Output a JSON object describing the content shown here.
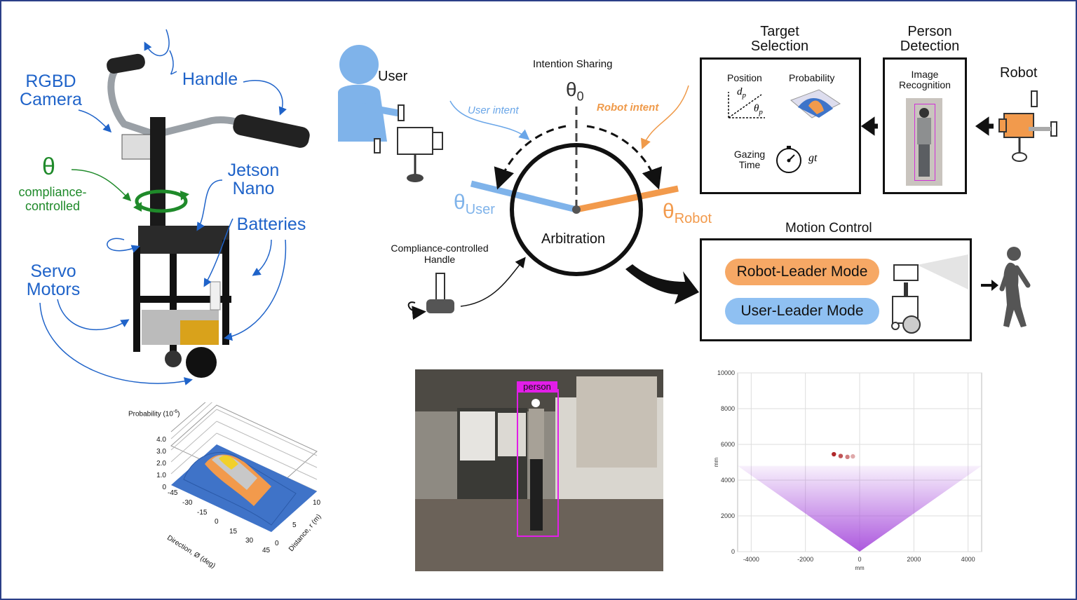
{
  "hardware": {
    "rgbd_camera": "RGBD Camera",
    "handle": "Handle",
    "theta": "θ",
    "compliance": "compliance-controlled",
    "jetson": "Jetson Nano",
    "batteries": "Batteries",
    "servo": "Servo Motors"
  },
  "framework": {
    "user": "User",
    "intention_sharing": "Intention Sharing",
    "theta0": "θ",
    "theta0_sub": "0",
    "user_intent": "User intent",
    "robot_intent": "Robot intent",
    "theta_user": "θ",
    "theta_user_sub": "User",
    "theta_robot": "θ",
    "theta_robot_sub": "Robot",
    "arbitration": "Arbitration",
    "compliance_handle": "Compliance-controlled Handle",
    "robot": "Robot"
  },
  "target_selection": {
    "title": "Target Selection",
    "position": "Position",
    "probability": "Probability",
    "dp": "d",
    "dp_sub": "p",
    "thetap": "θ",
    "thetap_sub": "p",
    "gazing_time": "Gazing Time",
    "gt": "gt"
  },
  "person_detection": {
    "title": "Person Detection",
    "image_recognition": "Image Recognition"
  },
  "motion_control": {
    "title": "Motion Control",
    "robot_leader": "Robot-Leader Mode",
    "user_leader": "User-Leader Mode"
  },
  "prob_plot": {
    "zlabel": "Probability (10",
    "zlabel_exp": "-6",
    "zlabel_end": ")",
    "zticks": [
      "4.0",
      "3.0",
      "2.0",
      "1.0",
      "0"
    ],
    "dir_ticks": [
      "-45",
      "-30",
      "-15",
      "0",
      "15",
      "30",
      "45"
    ],
    "dist_ticks": [
      "10",
      "5",
      "0"
    ],
    "xlabel": "Direction, Ø (deg)",
    "ylabel": "Distance, r (m)"
  },
  "camera_view": {
    "detection_label": "person"
  },
  "chart_data": {
    "type": "scatter",
    "xlabel": "mm",
    "ylabel": "mm",
    "xlim": [
      -4500,
      4500
    ],
    "ylim": [
      0,
      10000
    ],
    "xticks": [
      "-4000",
      "-2000",
      "0",
      "2000",
      "4000"
    ],
    "yticks": [
      "10000",
      "8000",
      "6000",
      "4000",
      "2000",
      "0"
    ],
    "series": [
      {
        "values": [
          [
            -950,
            5450
          ],
          [
            -700,
            5350
          ],
          [
            -450,
            5300
          ],
          [
            -250,
            5330
          ]
        ]
      }
    ],
    "grid": true,
    "colors": {
      "points": "#b0282a",
      "fov": "#a84fdc"
    }
  }
}
